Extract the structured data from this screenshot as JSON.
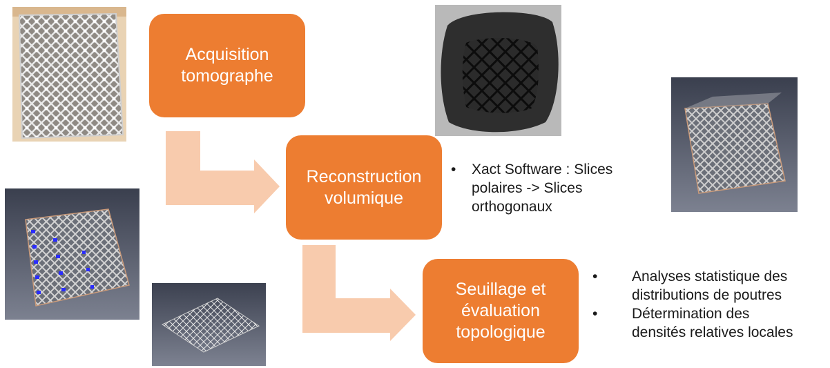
{
  "steps": [
    {
      "lines": [
        "Acquisition",
        "tomographe"
      ]
    },
    {
      "lines": [
        "Reconstruction",
        "volumique"
      ]
    },
    {
      "lines": [
        "Seuillage et",
        "évaluation",
        "topologique"
      ]
    }
  ],
  "notes": {
    "reconstruction": [
      "Xact Software : Slices",
      "polaires -> Slices",
      "orthogonaux"
    ],
    "seuillage_1": [
      "Analyses statistique des",
      "distributions de poutres"
    ],
    "seuillage_2": [
      "Détermination des",
      "densités relatives locales"
    ],
    "bullet_char": "•"
  },
  "colors": {
    "step_box": "#ed7d31",
    "arrow": "#f8cbad",
    "render_bg": "#3b4252"
  },
  "images": [
    "lattice-sample-photo",
    "xray-projection-image",
    "render-3d-cube-gray",
    "render-3d-cube-blue-defects",
    "render-wireframe-slab"
  ]
}
